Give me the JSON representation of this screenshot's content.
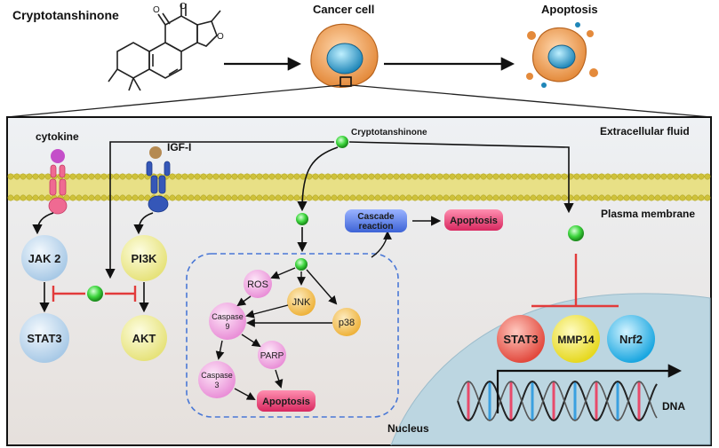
{
  "header": {
    "compound_label": "Cryptotanshinone",
    "cancer_cell_label": "Cancer cell",
    "apoptosis_label": "Apoptosis"
  },
  "panel": {
    "extracellular_label": "Extracellular fluid",
    "membrane_label": "Plasma membrane",
    "nucleus_label": "Nucleus",
    "dna_label": "DNA",
    "drug_label": "Cryptotanshinone"
  },
  "left_pathway": {
    "cytokine_label": "cytokine",
    "igf_label": "IGF-I",
    "jak2": "JAK 2",
    "stat3": "STAT3",
    "pi3k": "PI3K",
    "akt": "AKT"
  },
  "cytoplasm": {
    "cascade_line1": "Cascade",
    "cascade_line2": "reaction",
    "cascade_apoptosis": "Apoptosis",
    "ros": "ROS",
    "jnk": "JNK",
    "p38": "p38",
    "caspase9_line1": "Caspase",
    "caspase9_line2": "9",
    "parp": "PARP",
    "caspase3_line1": "Caspase",
    "caspase3_line2": "3",
    "inner_apoptosis": "Apoptosis"
  },
  "nuclear_targets": {
    "stat3": "STAT3",
    "mmp14": "MMP14",
    "nrf2": "Nrf2"
  },
  "colors": {
    "panel_bg": "#e9ecef",
    "membrane": "#d8cf4a",
    "nucleus": "#bfd8e2",
    "jak": "#c8dff0",
    "pi3k": "#f0f0a0",
    "pink_node": "#f4b6e6",
    "jnk": "#f5c96a",
    "apoptosis_box": "#e8407a",
    "cascade_box": "#5a7ee6",
    "stat3_nuc": "#ee6a5f",
    "mmp14_nuc": "#f4ea3a",
    "nrf2_nuc": "#3fc0f0",
    "inhibit": "#e23b3b",
    "drug_dot": "#3fd63f"
  }
}
